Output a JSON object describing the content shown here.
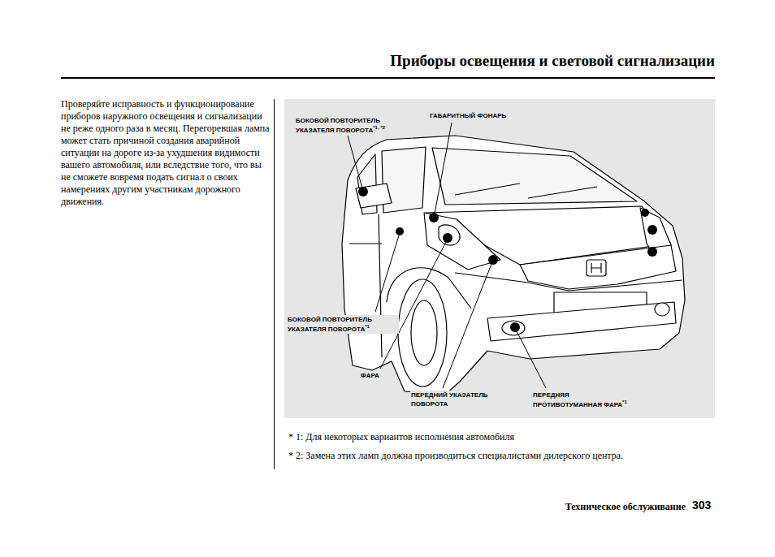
{
  "diagram": {
    "title": "Приборы освещения и световой сигнализации",
    "labels": [
      "Проверяйте исправность и функционирование приборов наружного освещения и сигнализации не реже одного раза в месяц. Перегоревшая лампа может стать причиной создания аварийной ситуации на дороге из-за ухудшения видимости вашего автомобиля, или вследствие того, что вы не сможете вовремя подать сигнал о своих намерениях другим участникам дорожного движения.",
      "БОКОВОЙ ПОВТОРИТЕЛЬ УКАЗАТЕЛЯ ПОВОРОТА",
      "*1, *2",
      "ГАБАРИТНЫЙ ФОНАРЬ",
      "БОКОВОЙ ПОВТОРИТЕЛЬ УКАЗАТЕЛЯ ПОВОРОТА",
      "*1",
      "ФАРА",
      "ПЕРЕДНИЙ УКАЗАТЕЛЬ ПОВОРОТА",
      "ПЕРЕДНЯЯ ПРОТИВОТУМАННАЯ ФАРА",
      "*1",
      "* 1: Для некоторых вариантов исполнения автомобиля",
      "* 2: Замена этих ламп должна производиться специалистами дилерского центра.",
      "Техническое обслуживание",
      "303"
    ]
  }
}
